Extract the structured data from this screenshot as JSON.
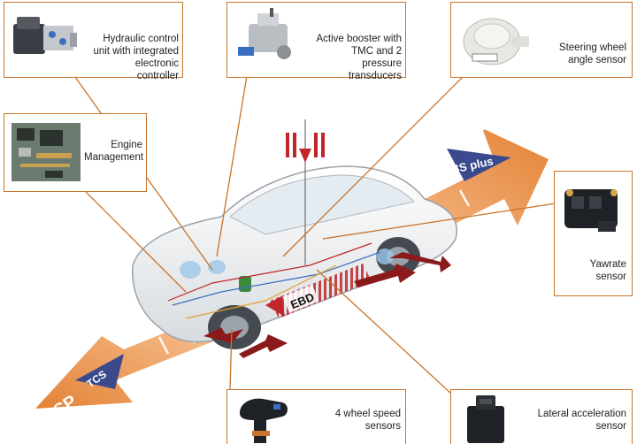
{
  "components": {
    "hcu": "Hydraulic control unit with integrated electronic controller",
    "booster": "Active booster with TMC and 2 pressure transducers",
    "steering": "Steering wheel angle sensor",
    "engine": "Engine Management",
    "yawrate": "Yawrate sensor",
    "wheel_speed": "4 wheel speed sensors",
    "lateral": "Lateral acceleration sensor"
  },
  "systems": {
    "esp_front": "ESP",
    "abs_plus": "ABS plus",
    "tcs": "TCS",
    "esp_rear": "ESP",
    "ebd": "EBD"
  },
  "colors": {
    "callout_border": "#c8742a",
    "arrow_orange": "#e8812a",
    "band_blue": "#3a4a8c",
    "ebd_red": "#c0262a"
  }
}
